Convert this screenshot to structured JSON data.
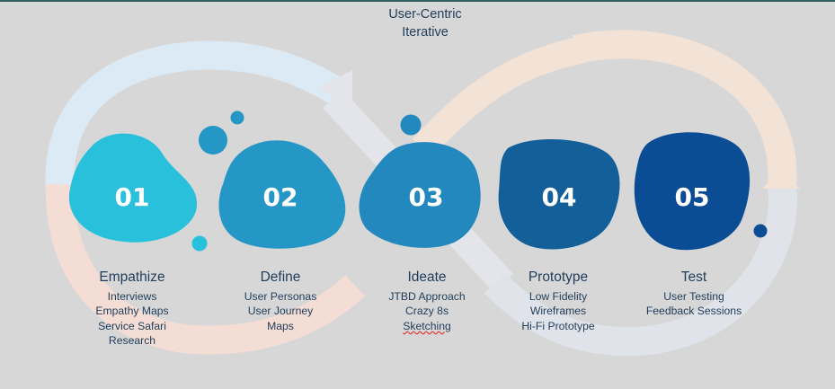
{
  "title": {
    "line1": "User-Centric",
    "line2": "Iterative"
  },
  "stages": [
    {
      "number": "01",
      "name": "Empathize",
      "items": [
        "Interviews",
        "Empathy Maps",
        "Service Safari",
        "Research"
      ],
      "color": "#29c0dc"
    },
    {
      "number": "02",
      "name": "Define",
      "items": [
        "User Personas",
        "User Journey",
        "Maps"
      ],
      "color": "#2597c6"
    },
    {
      "number": "03",
      "name": "Ideate",
      "items": [
        "JTBD Approach",
        "Crazy 8s",
        "Sketching"
      ],
      "color": "#2388be"
    },
    {
      "number": "04",
      "name": "Prototype",
      "items": [
        "Low Fidelity",
        "Wireframes",
        "Hi-Fi Prototype"
      ],
      "color": "#125f99"
    },
    {
      "number": "05",
      "name": "Test",
      "items": [
        "User Testing",
        "Feedback Sessions"
      ],
      "color": "#0b4d94"
    }
  ],
  "colors": {
    "background": "#d7d7d7",
    "loop_left_top": "#dceaf6",
    "loop_left_bottom": "#f4ddd4",
    "loop_right_top": "#f3e2d6",
    "loop_right_bottom": "#e0e4ea",
    "text": "#1f3d5a"
  }
}
